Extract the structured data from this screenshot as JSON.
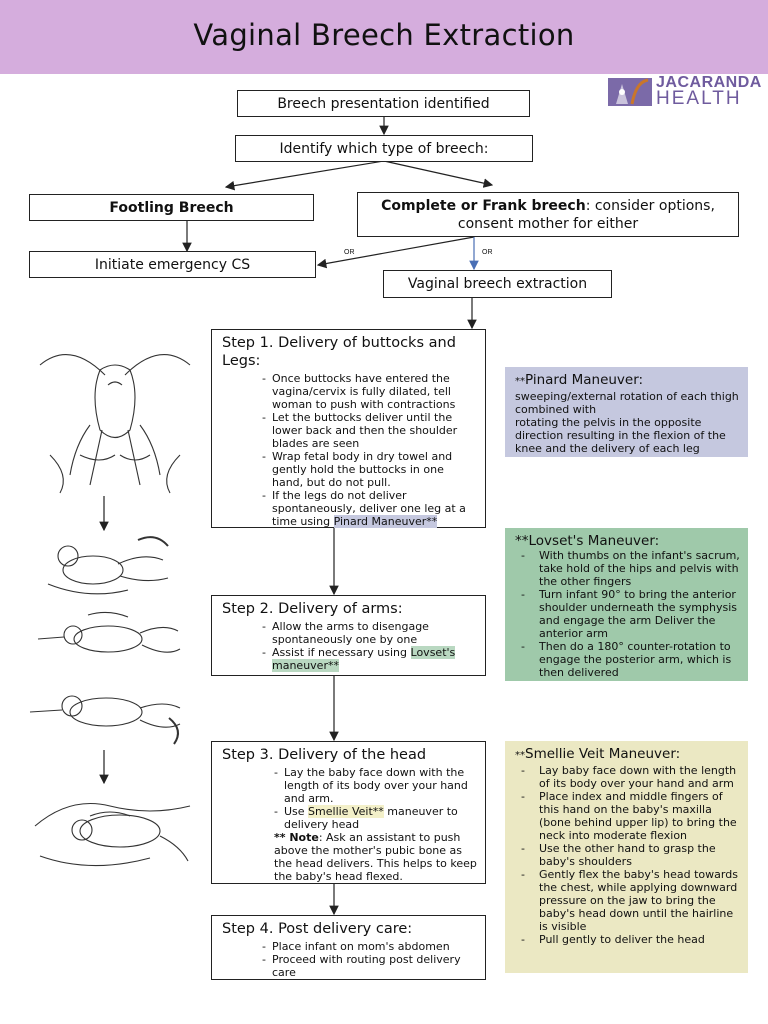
{
  "title": "Vaginal Breech Extraction",
  "logo": {
    "line1": "JACARANDA",
    "line2": "HEALTH",
    "brand_color": "#6f5b9e"
  },
  "colors": {
    "banner": "#d5addd",
    "pinard_bg": "#c5c8df",
    "lovset_bg": "#9fc9aa",
    "smellie_bg": "#ebe8c3"
  },
  "flow": {
    "start": "Breech presentation identified",
    "identify": "Identify which type of breech:",
    "footling": "Footling Breech",
    "complete_bold": "Complete or Frank breech",
    "complete_rest": ": consider options, consent mother for either",
    "cs": "Initiate emergency CS",
    "vaginal": "Vaginal breech extraction",
    "or_label": "OR"
  },
  "steps": {
    "s1": {
      "title": "Step 1. Delivery of buttocks and Legs:",
      "items": [
        "Once buttocks have entered the vagina/cervix is fully dilated, tell woman to push with contractions",
        "Let the buttocks deliver until the lower back and then the shoulder blades are seen",
        "Wrap fetal body in dry towel and gently hold the buttocks in one hand, but do not pull."
      ],
      "last_prefix": "If the legs do not deliver spontaneously, deliver one leg at a time using ",
      "last_highlight": "Pinard Maneuver**"
    },
    "s2": {
      "title": "Step 2. Delivery of arms:",
      "item1": "Allow the arms to disengage spontaneously one by one",
      "item2_prefix": "Assist if necessary using ",
      "item2_highlight": "Lovset's maneuver**"
    },
    "s3": {
      "title": "Step 3. Delivery of the head",
      "item1": "Lay the baby face down with the length of its body over your hand and arm.",
      "item2_prefix": "Use ",
      "item2_highlight": "Smellie Veit**",
      "item2_suffix": " maneuver to delivery head",
      "note_bold": "** Note",
      "note_text": ": Ask an assistant to push above the mother's pubic bone as the head delivers. This helps to keep the baby's head flexed."
    },
    "s4": {
      "title": "Step 4. Post delivery care:",
      "items": [
        "Place infant on mom's abdomen",
        "Proceed with routing post delivery care"
      ]
    }
  },
  "maneuvers": {
    "pinard": {
      "stars": "**",
      "title": "Pinard Maneuver:",
      "body": [
        "sweeping/external rotation of each thigh combined with",
        "rotating the pelvis in the opposite direction resulting in the flexion of the knee and the delivery of each leg"
      ]
    },
    "lovset": {
      "title": "**Lovset's Maneuver:",
      "items": [
        "With thumbs on the infant's sacrum, take hold of the hips and pelvis with the other fingers",
        "Turn infant 90° to bring the anterior shoulder underneath the symphysis and engage the arm Deliver the anterior arm",
        "Then do a 180° counter-rotation to engage the posterior arm, which is then delivered"
      ]
    },
    "smellie": {
      "stars": "**",
      "title": "Smellie Veit Maneuver:",
      "items": [
        "Lay baby face down with the length of its body over your hand and arm",
        "Place index and middle fingers of this hand on the baby's maxilla (bone behind upper lip) to bring the neck into moderate flexion",
        "Use the other hand to grasp the baby's shoulders",
        "Gently flex the baby's head towards the chest, while applying downward pressure on the jaw to bring the baby's head down until the hairline is visible",
        "Pull gently to deliver the head"
      ]
    }
  }
}
